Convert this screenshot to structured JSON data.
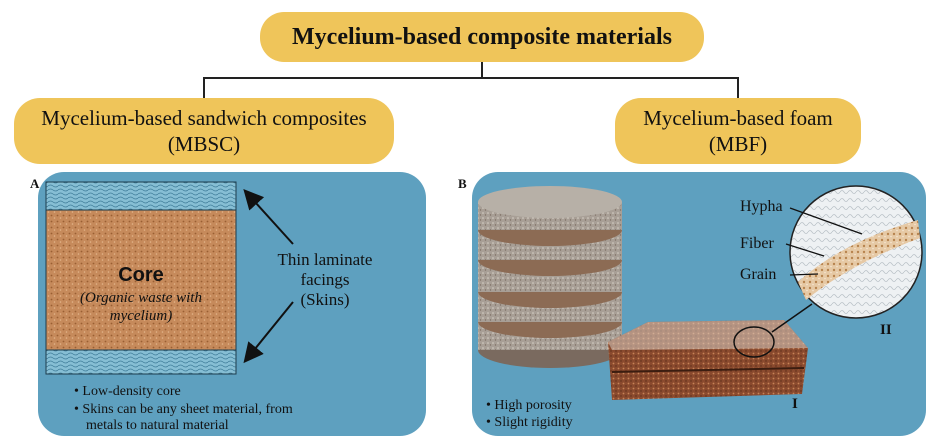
{
  "title": "Mycelium-based composite materials",
  "left_branch": {
    "line1": "Mycelium-based sandwich composites",
    "line2": "(MBSC)"
  },
  "right_branch": {
    "line1": "Mycelium-based foam",
    "line2": "(MBF)"
  },
  "panel_a": {
    "letter": "A",
    "core_title": "Core",
    "core_sub1": "(Organic waste with",
    "core_sub2": "mycelium)",
    "facings_label": [
      "Thin laminate",
      "facings",
      "(Skins)"
    ],
    "bullets": [
      "• Low-density core",
      "• Skins can be any sheet material, from",
      "metals to natural material"
    ]
  },
  "panel_b": {
    "letter": "B",
    "labels": {
      "hypha": "Hypha",
      "fiber": "Fiber",
      "grain": "Grain"
    },
    "roman_1": "I",
    "roman_2": "II",
    "bullets": [
      "• High porosity",
      "• Slight rigidity"
    ]
  },
  "colors": {
    "pill": "#efc55a",
    "panel": "#5ea0bf",
    "core": "#c58a5a",
    "skin": "#7fb7cf"
  }
}
